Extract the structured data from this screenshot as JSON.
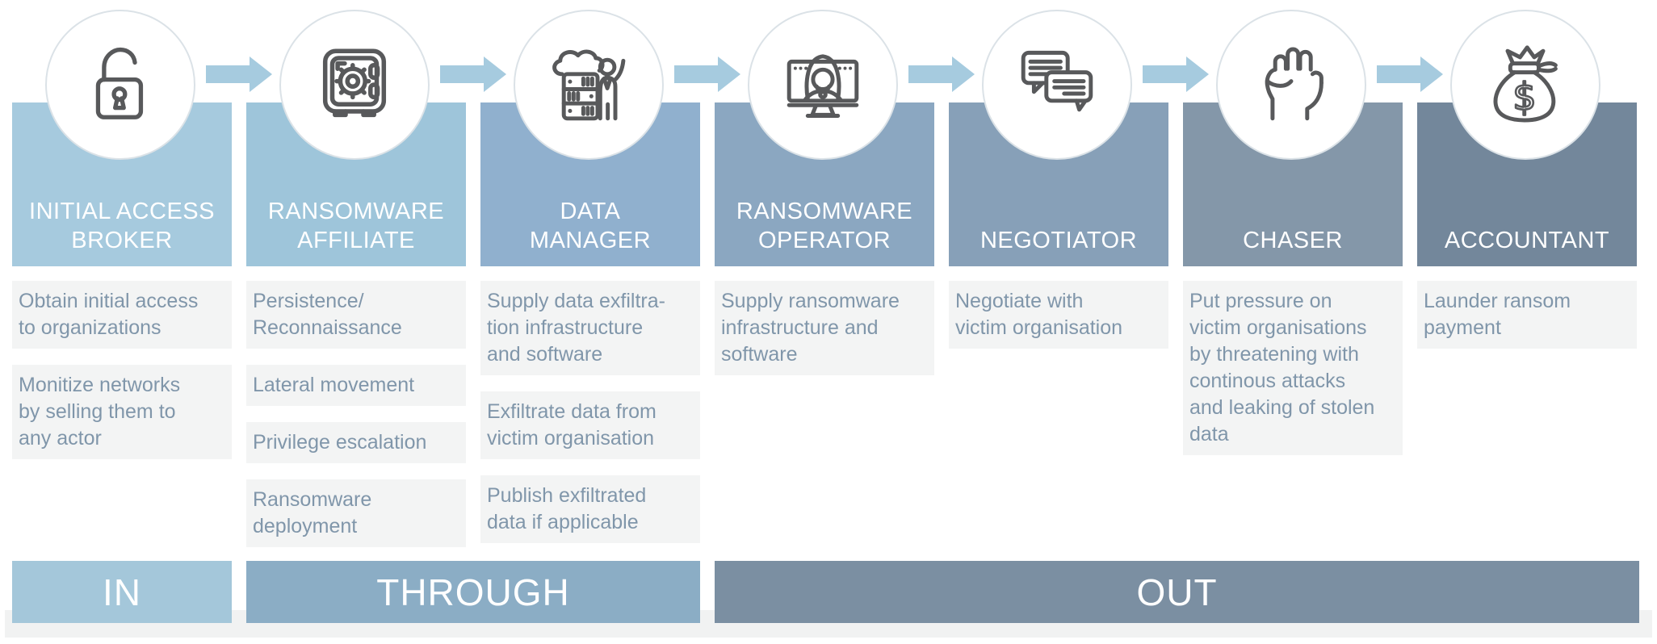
{
  "diagram": {
    "name": "Ransomware ecosystem roles flow",
    "arrow_color": "#a6cbdf",
    "icon_stroke": "#58595b",
    "task_bg": "#f3f4f4",
    "task_text_color": "#8096aa",
    "circle_border": "#dbe2e7"
  },
  "roles": [
    {
      "id": "initial-access-broker",
      "title": "INITIAL ACCESS\nBROKER",
      "icon": "open-padlock-icon",
      "color": "#a6cade",
      "tasks": [
        "Obtain initial access\nto organizations",
        "Monitize networks\nby selling them to\nany actor"
      ]
    },
    {
      "id": "ransomware-affiliate",
      "title": "RANSOMWARE\nAFFILIATE",
      "icon": "safe-icon",
      "color": "#9ec5da",
      "tasks": [
        "Persistence/\nReconnaissance",
        "Lateral movement",
        "Privilege escalation",
        "Ransomware\ndeployment"
      ]
    },
    {
      "id": "data-manager",
      "title": "DATA\nMANAGER",
      "icon": "server-admin-icon",
      "color": "#90b0ce",
      "tasks": [
        "Supply data exfiltra-\ntion infrastructure\nand software",
        "Exfiltrate data from\nvictim organisation",
        "Publish exfiltrated\ndata if applicable"
      ]
    },
    {
      "id": "ransomware-operator",
      "title": "RANSOMWARE\nOPERATOR",
      "icon": "hacker-monitor-icon",
      "color": "#8ba7c1",
      "tasks": [
        "Supply ransomware\ninfrastructure and\nsoftware"
      ]
    },
    {
      "id": "negotiator",
      "title": "NEGOTIATOR",
      "icon": "chat-bubbles-icon",
      "color": "#87a0b8",
      "tasks": [
        "Negotiate with\nvictim organisation"
      ]
    },
    {
      "id": "chaser",
      "title": "CHASER",
      "icon": "fist-icon",
      "color": "#8497a9",
      "tasks": [
        "Put pressure on\nvictim organisations\nby threatening with\ncontinous attacks\nand leaking of stolen\ndata"
      ]
    },
    {
      "id": "accountant",
      "title": "ACCOUNTANT",
      "icon": "money-bag-icon",
      "color": "#73879b",
      "tasks": [
        "Launder ransom\npayment"
      ]
    }
  ],
  "phases": [
    {
      "label": "IN",
      "color": "#a4c7da"
    },
    {
      "label": "THROUGH",
      "color": "#8badc5"
    },
    {
      "label": "OUT",
      "color": "#7b8fa2"
    }
  ]
}
